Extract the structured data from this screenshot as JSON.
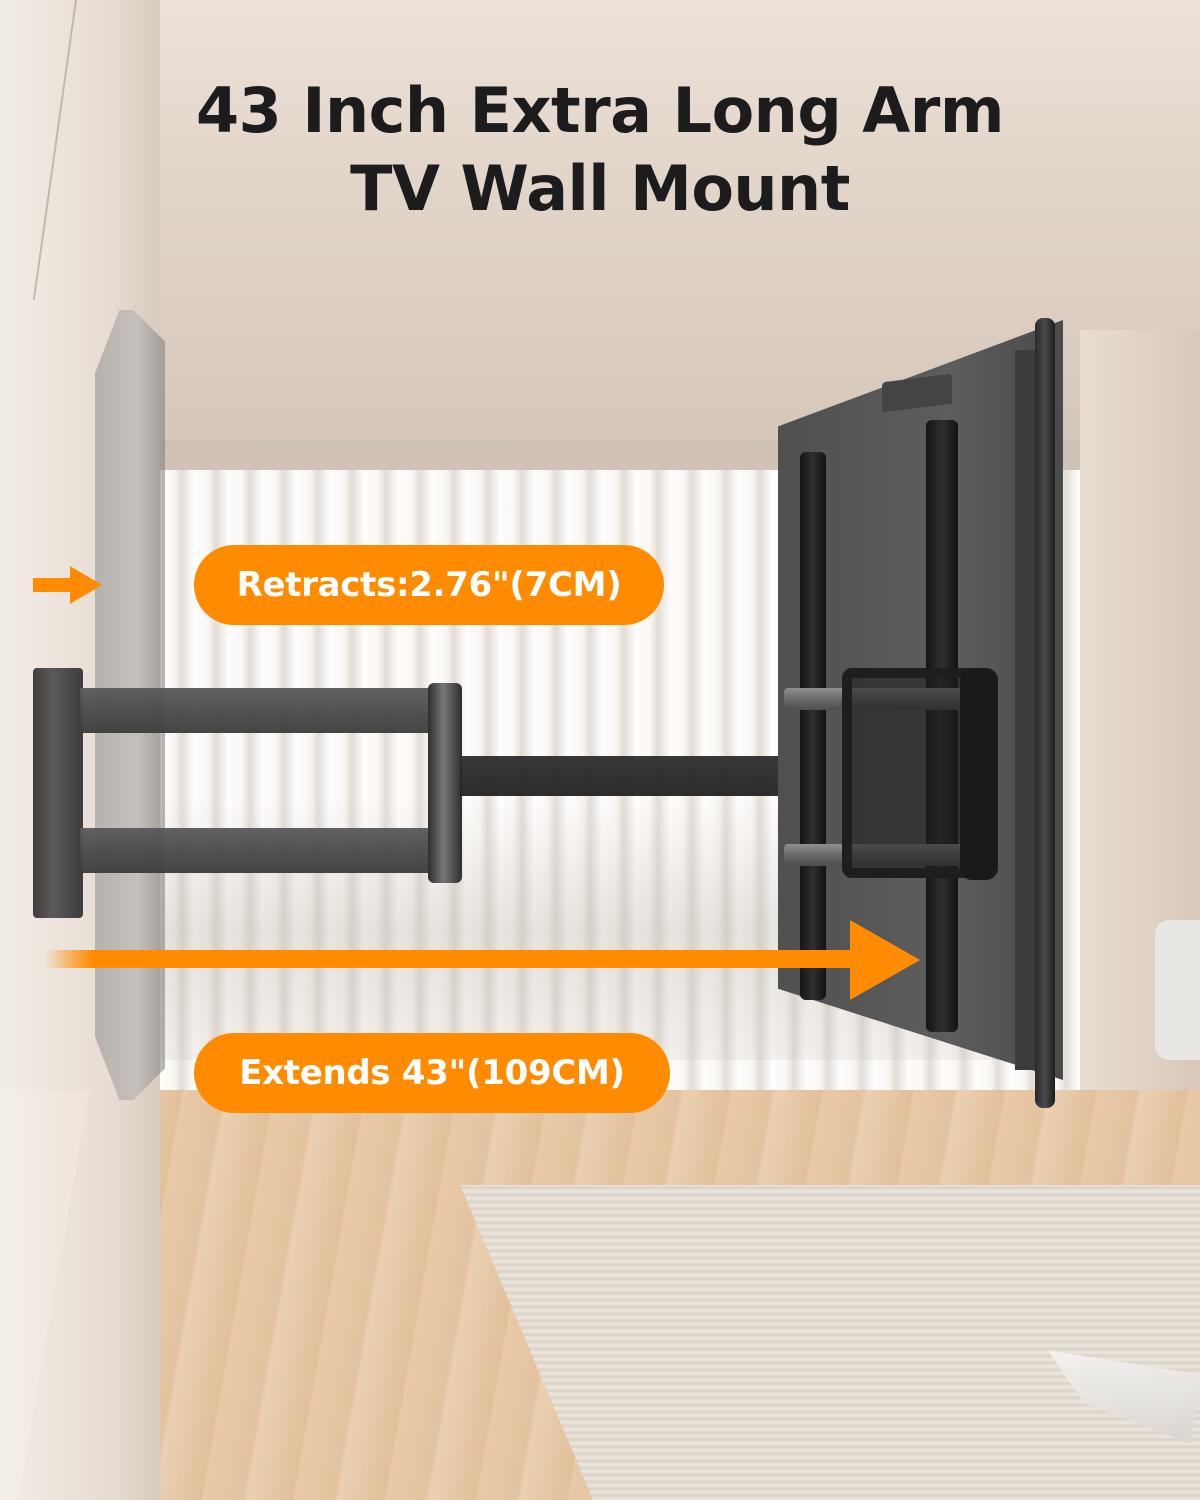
{
  "title": {
    "line1": "43 Inch Extra Long Arm",
    "line2": "TV Wall Mount"
  },
  "badges": {
    "retracts": "Retracts:2.76\"(7CM)",
    "extends": "Extends 43\"(109CM)"
  },
  "icons": {
    "retract_arrow": "arrow-right-icon",
    "extend_arrow": "long-arrow-right-icon"
  },
  "colors": {
    "accent": "#ff8c00",
    "title_text": "#1c1c1c",
    "badge_text": "#ffffff",
    "mount_metal": "#4a4a4a",
    "tv_back": "#555555"
  }
}
